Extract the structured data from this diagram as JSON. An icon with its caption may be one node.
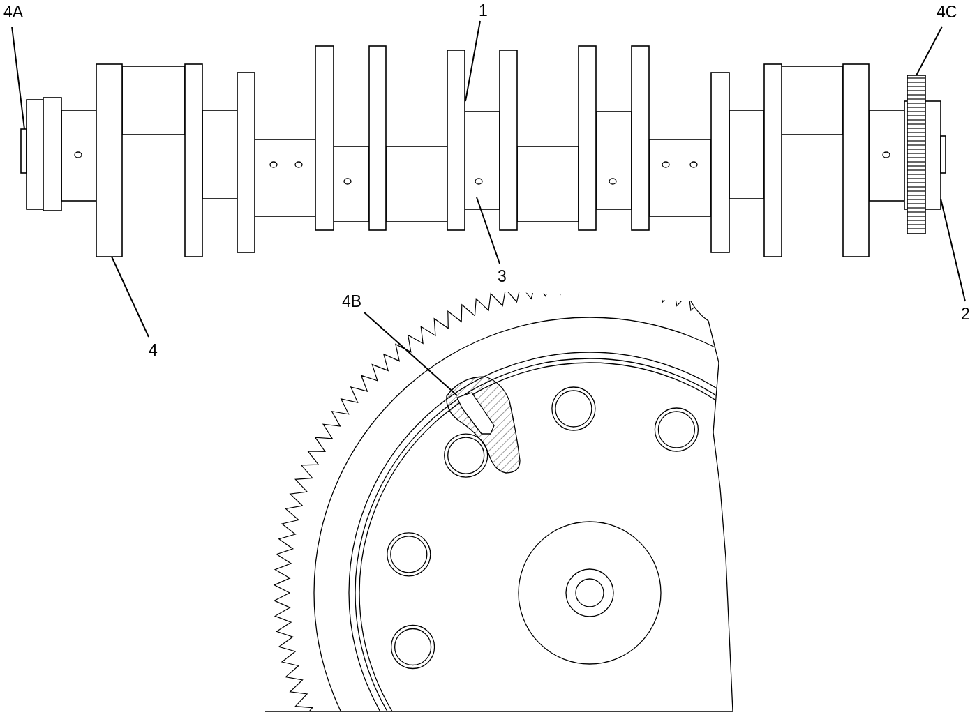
{
  "diagram": {
    "nodes": [
      {
        "text": [
          "4A"
        ]
      },
      {
        "text": [
          "1"
        ]
      },
      {
        "text": [
          "4C"
        ]
      },
      {
        "text": [
          "3"
        ]
      },
      {
        "text": [
          "4B"
        ]
      },
      {
        "text": [
          "2"
        ]
      },
      {
        "text": [
          "4"
        ]
      }
    ],
    "edges": [
      {
        "from": 0,
        "to": null,
        "arrow": "none"
      },
      {
        "from": 1,
        "to": null,
        "arrow": "none"
      },
      {
        "from": 2,
        "to": null,
        "arrow": "none"
      },
      {
        "from": 3,
        "to": null,
        "arrow": "none"
      },
      {
        "from": 4,
        "to": null,
        "arrow": "none"
      },
      {
        "from": 5,
        "to": null,
        "arrow": "none"
      },
      {
        "from": 6,
        "to": null,
        "arrow": "none"
      }
    ]
  }
}
